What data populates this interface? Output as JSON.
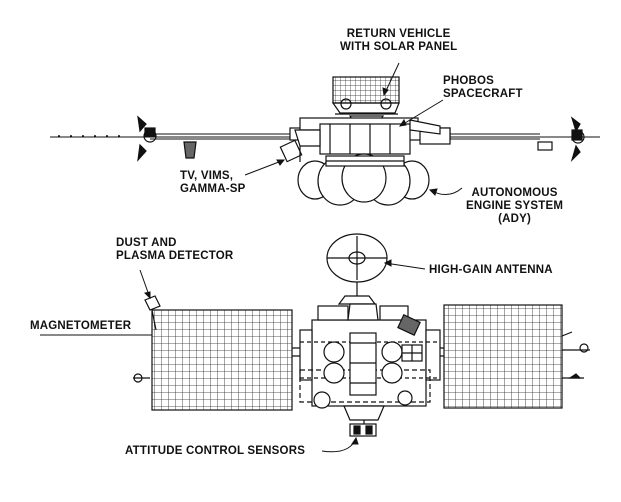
{
  "labels": {
    "return_vehicle": [
      "RETURN VEHICLE",
      "WITH SOLAR PANEL"
    ],
    "phobos": [
      "PHOBOS",
      "SPACECRAFT"
    ],
    "tv_vims": [
      "TV, VIMS,",
      "GAMMA-SP"
    ],
    "engine": [
      "AUTONOMOUS",
      "ENGINE SYSTEM",
      "(ADY)"
    ],
    "dust": [
      "DUST AND",
      "PLASMA DETECTOR"
    ],
    "antenna": "HIGH-GAIN ANTENNA",
    "magnetometer": "MAGNETOMETER",
    "attitude": "ATTITUDE CONTROL SENSORS"
  },
  "colors": {
    "ink": "#111111",
    "paper": "#ffffff"
  }
}
